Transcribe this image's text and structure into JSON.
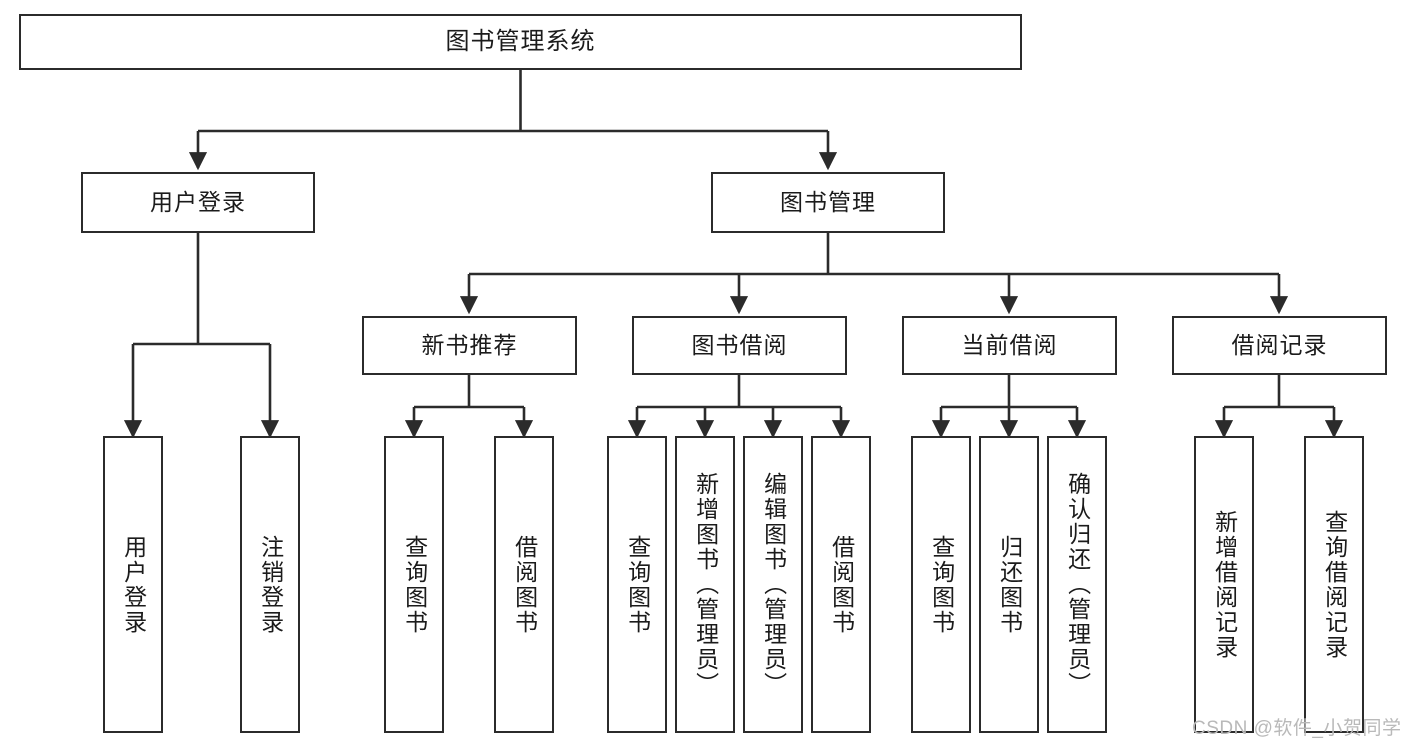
{
  "diagram": {
    "title_text": "图书管理系统",
    "type": "tree-hierarchy-chart",
    "background_color": "#ffffff",
    "line_color": "#2b2b2b",
    "box_border_color": "#2b2b2b",
    "box_fill_color": "#ffffff",
    "text_color": "#1b1b1b"
  },
  "nodes": {
    "root": {
      "label": "图书管理系统"
    },
    "level2": [
      {
        "id": "user-login",
        "label": "用户登录"
      },
      {
        "id": "book-manage",
        "label": "图书管理"
      }
    ],
    "level3": [
      {
        "id": "new-book-recommend",
        "label": "新书推荐"
      },
      {
        "id": "book-borrow",
        "label": "图书借阅"
      },
      {
        "id": "current-borrow",
        "label": "当前借阅"
      },
      {
        "id": "borrow-record",
        "label": "借阅记录"
      }
    ],
    "leaves": {
      "user_login": [
        {
          "id": "leaf-user-login",
          "label": "用户登录"
        },
        {
          "id": "leaf-logout-login",
          "label": "注销登录"
        }
      ],
      "new_book_recommend": [
        {
          "id": "leaf-query-book-1",
          "label": "查询图书"
        },
        {
          "id": "leaf-borrow-book-1",
          "label": "借阅图书"
        }
      ],
      "book_borrow": [
        {
          "id": "leaf-query-book-2",
          "label": "查询图书"
        },
        {
          "id": "leaf-add-book",
          "label": "新增图书（管理员）"
        },
        {
          "id": "leaf-edit-book",
          "label": "编辑图书（管理员）"
        },
        {
          "id": "leaf-borrow-book-2",
          "label": "借阅图书"
        }
      ],
      "current_borrow": [
        {
          "id": "leaf-query-book-3",
          "label": "查询图书"
        },
        {
          "id": "leaf-return-book",
          "label": "归还图书"
        },
        {
          "id": "leaf-confirm-return",
          "label": "确认归还（管理员）"
        }
      ],
      "borrow_record": [
        {
          "id": "leaf-add-record",
          "label": "新增借阅记录"
        },
        {
          "id": "leaf-query-record",
          "label": "查询借阅记录"
        }
      ]
    }
  },
  "watermark": {
    "text": "CSDN @软件_小贺同学"
  }
}
